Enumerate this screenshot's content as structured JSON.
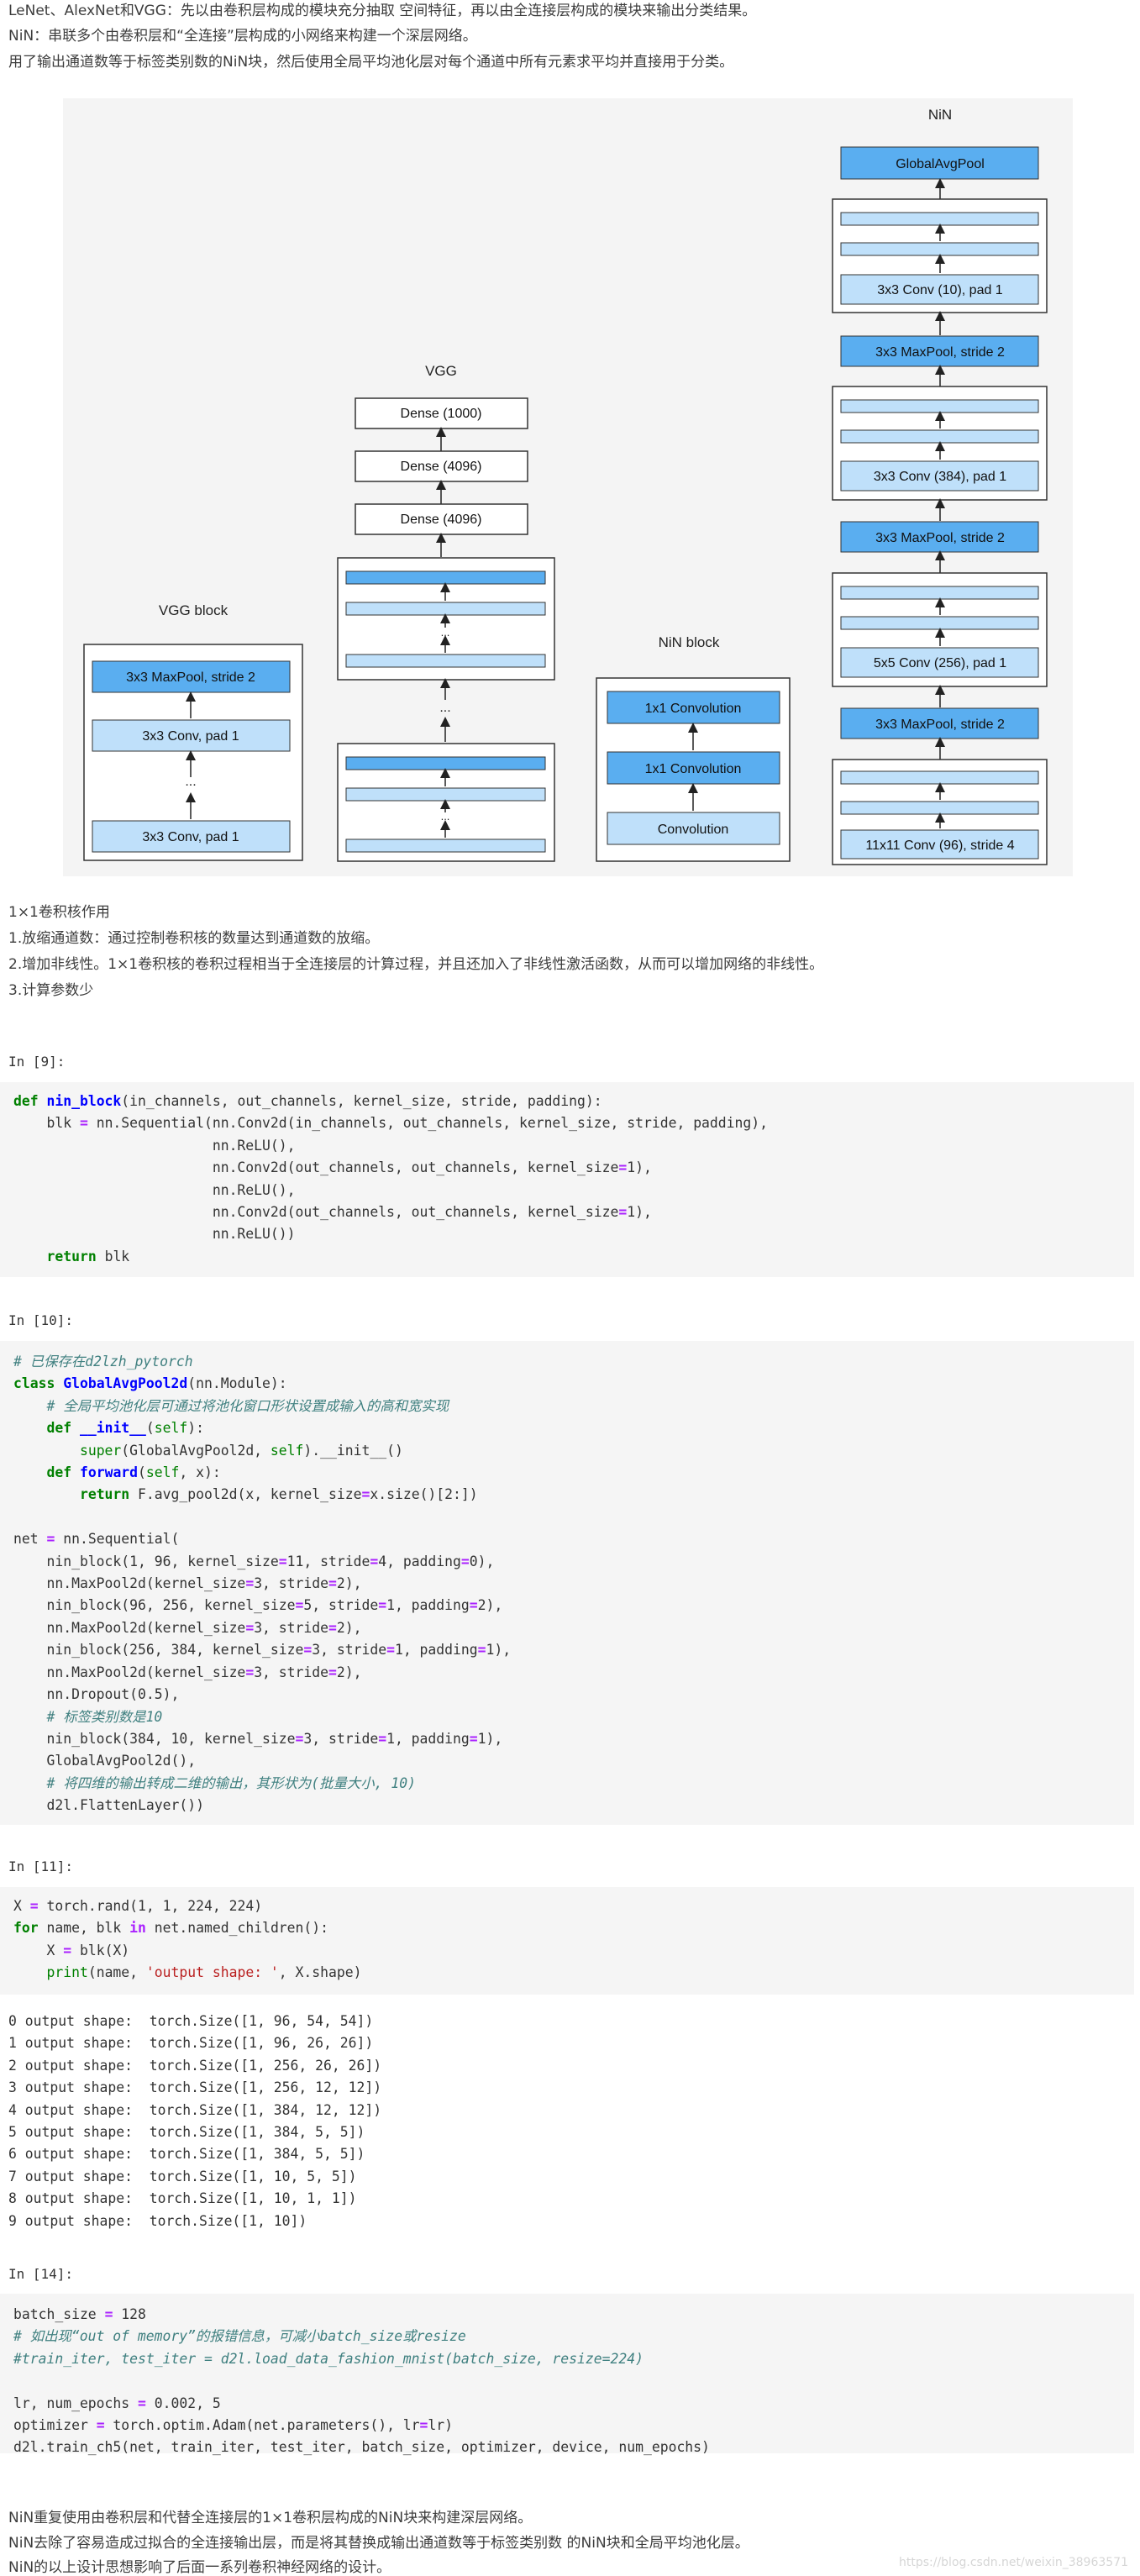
{
  "intro": {
    "line1": "LeNet、AlexNet和VGG：先以由卷积层构成的模块充分抽取 空间特征，再以由全连接层构成的模块来输出分类结果。",
    "line2": "NiN：串联多个由卷积层和“全连接”层构成的小网络来构建一个深层网络。",
    "line3": "用了输出通道数等于标签类别数的NiN块，然后使用全局平均池化层对每个通道中所有元素求平均并直接用于分类。"
  },
  "figure": {
    "vgg_block": {
      "title": "VGG block",
      "layers": [
        "3x3 MaxPool, stride 2",
        "3x3 Conv, pad 1",
        "3x3 Conv, pad 1"
      ],
      "dots": "..."
    },
    "vgg": {
      "title": "VGG",
      "dense": [
        "Dense (1000)",
        "Dense (4096)",
        "Dense (4096)"
      ],
      "dots": "..."
    },
    "nin_block": {
      "title": "NiN block",
      "layers": [
        "1x1 Convolution",
        "1x1 Convolution",
        "Convolution"
      ]
    },
    "nin": {
      "title": "NiN",
      "layers": [
        "GlobalAvgPool",
        "3x3 Conv (10), pad 1",
        "3x3 MaxPool, stride 2",
        "3x3 Conv (384), pad 1",
        "3x3 MaxPool, stride 2",
        "5x5 Conv (256), pad 1",
        "3x3 MaxPool, stride 2",
        "11x11 Conv (96), stride 4"
      ]
    },
    "colors": {
      "dark_block": "#5aaef0",
      "light_block": "#bfe0fa",
      "border": "#333333"
    }
  },
  "notes": {
    "heading": "1×1卷积核作用",
    "item1": "1.放缩通道数：通过控制卷积核的数量达到通道数的放缩。",
    "item2": "2.增加非线性。1×1卷积核的卷积过程相当于全连接层的计算过程，并且还加入了非线性激活函数，从而可以增加网络的非线性。",
    "item3": "3.计算参数少"
  },
  "cells": {
    "c9": {
      "prompt": "In [9]:"
    },
    "c10": {
      "prompt": "In [10]:"
    },
    "c11": {
      "prompt": "In [11]:"
    },
    "c14": {
      "prompt": "In [14]:"
    }
  },
  "outputs": [
    "0 output shape:  torch.Size([1, 96, 54, 54])",
    "1 output shape:  torch.Size([1, 96, 26, 26])",
    "2 output shape:  torch.Size([1, 256, 26, 26])",
    "3 output shape:  torch.Size([1, 256, 12, 12])",
    "4 output shape:  torch.Size([1, 384, 12, 12])",
    "5 output shape:  torch.Size([1, 384, 5, 5])",
    "6 output shape:  torch.Size([1, 384, 5, 5])",
    "7 output shape:  torch.Size([1, 10, 5, 5])",
    "8 output shape:  torch.Size([1, 10, 1, 1])",
    "9 output shape:  torch.Size([1, 10])"
  ],
  "summary": {
    "line1": "NiN重复使用由卷积层和代替全连接层的1×1卷积层构成的NiN块来构建深层网络。",
    "line2": "NiN去除了容易造成过拟合的全连接输出层，而是将其替换成输出通道数等于标签类别数 的NiN块和全局平均池化层。",
    "line3": "NiN的以上设计思想影响了后面一系列卷积神经网络的设计。"
  },
  "watermark": "https://blog.csdn.net/weixin_38963571"
}
